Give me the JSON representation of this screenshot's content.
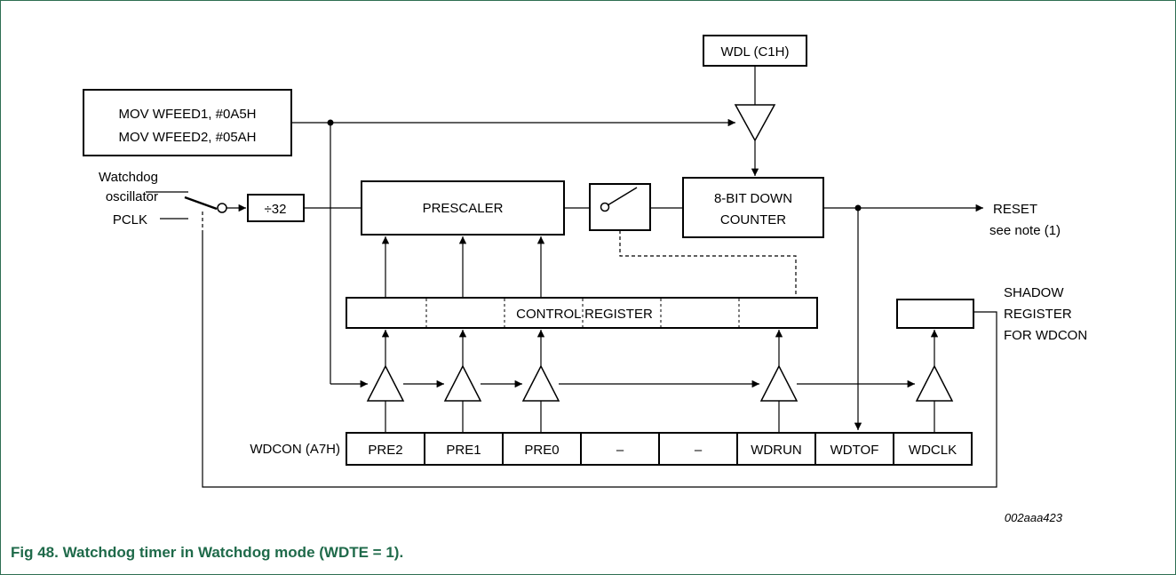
{
  "instructions": {
    "line1": "MOV WFEED1, #0A5H",
    "line2": "MOV WFEED2, #05AH"
  },
  "wdl_label": "WDL (C1H)",
  "inputs": {
    "watchdog_osc_line1": "Watchdog",
    "watchdog_osc_line2": "oscillator",
    "pclk": "PCLK"
  },
  "divider_label": "÷32",
  "prescaler_label": "PRESCALER",
  "counter": {
    "line1": "8-BIT DOWN",
    "line2": "COUNTER"
  },
  "reset": {
    "line1": "RESET",
    "line2": "see note (1)"
  },
  "control_register_label": "CONTROL REGISTER",
  "shadow": {
    "line1": "SHADOW",
    "line2": "REGISTER",
    "line3": "FOR WDCON"
  },
  "wdcon": {
    "label": "WDCON (A7H)",
    "bits": [
      "PRE2",
      "PRE1",
      "PRE0",
      "–",
      "–",
      "WDRUN",
      "WDTOF",
      "WDCLK"
    ]
  },
  "figure_ref": "002aaa423",
  "caption": "Fig 48.  Watchdog timer in Watchdog mode (WDTE = 1)."
}
